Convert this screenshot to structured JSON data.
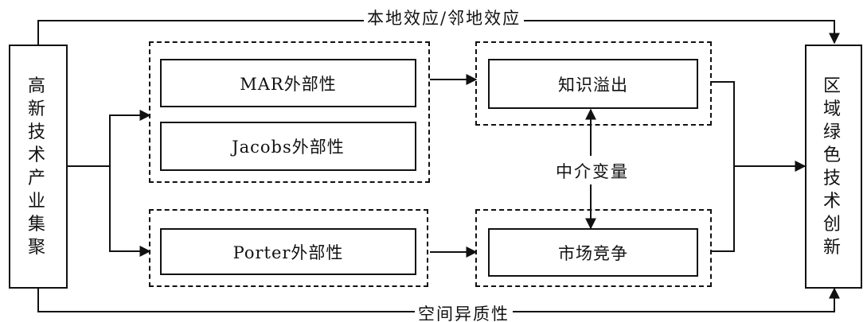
{
  "diagram": {
    "left_box": "高新技术产业集聚",
    "right_box": "区域绿色技术创新",
    "top_label": "本地效应/邻地效应",
    "bottom_label": "空间异质性",
    "mar": "MAR外部性",
    "jacobs": "Jacobs外部性",
    "porter": "Porter外部性",
    "spillover": "知识溢出",
    "competition": "市场竞争",
    "mediator": "中介变量"
  }
}
